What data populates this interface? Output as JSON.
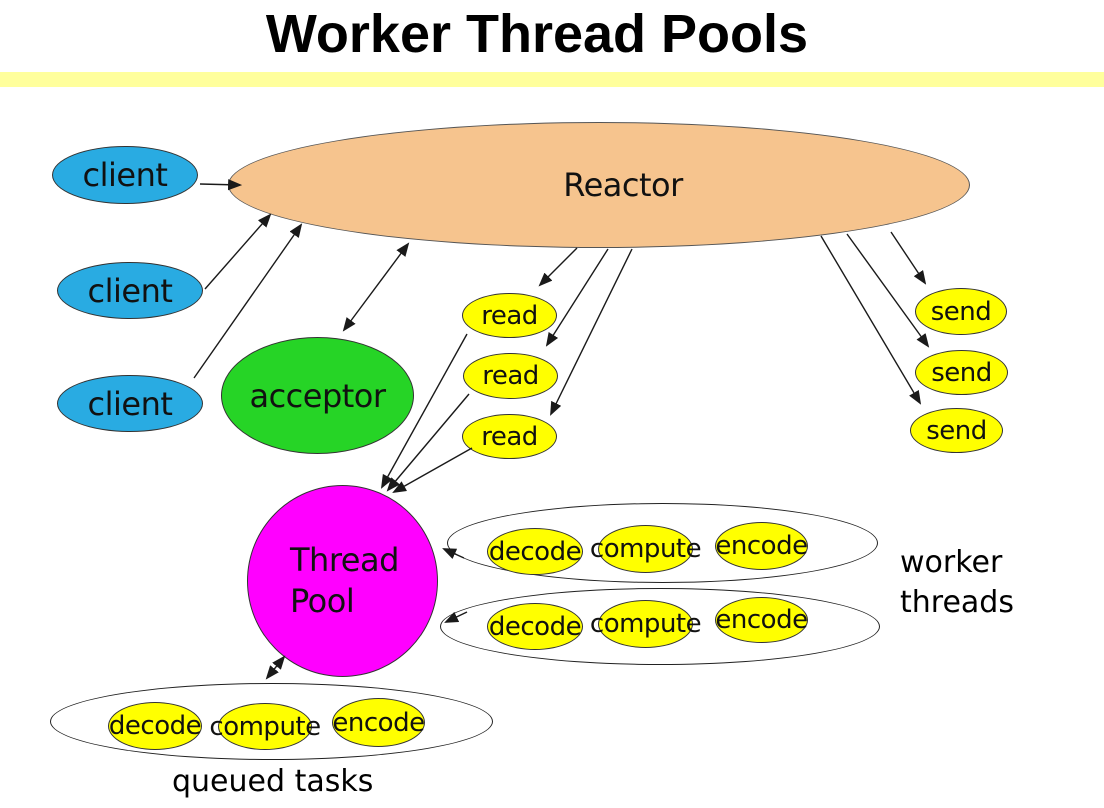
{
  "title": "Worker Thread Pools",
  "colors": {
    "client_fill": "#29ABE2",
    "reactor_fill": "#F6C48E",
    "acceptor_fill": "#26D426",
    "event_fill": "#FFFF00",
    "thread_pool_fill": "#FF00FF",
    "title_bar_fill": "#FFFF9C",
    "arrow_color": "#1a1a1a"
  },
  "nodes": {
    "clients": [
      "client",
      "client",
      "client"
    ],
    "reactor": "Reactor",
    "acceptor": "acceptor",
    "reads": [
      "read",
      "read",
      "read"
    ],
    "sends": [
      "send",
      "send",
      "send"
    ],
    "thread_pool": [
      "Thread",
      "Pool"
    ],
    "worker_rows": [
      [
        "decode",
        "compute",
        "encode"
      ],
      [
        "decode",
        "compute",
        "encode"
      ]
    ],
    "queued_row": [
      "decode",
      "compute",
      "encode"
    ]
  },
  "labels": {
    "worker_threads": [
      "worker",
      "threads"
    ],
    "queued_tasks": "queued tasks"
  }
}
